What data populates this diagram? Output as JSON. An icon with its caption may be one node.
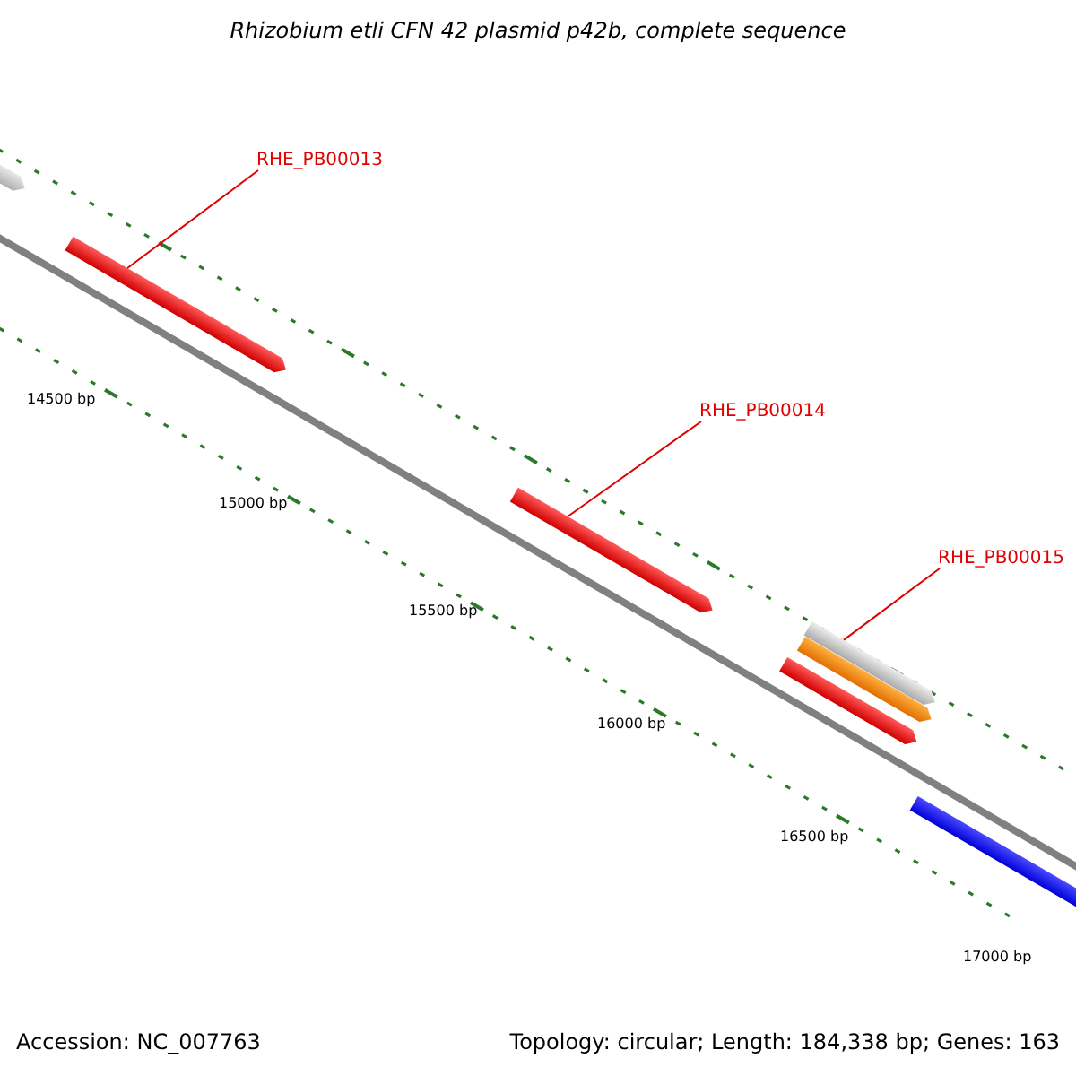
{
  "diagram": {
    "title": "Rhizobium etli CFN 42 plasmid p42b, complete sequence",
    "nodes": [
      {
        "text": [],
        "shape": "bar"
      },
      {
        "text": [
          "RHE_PB00013"
        ]
      },
      {
        "text": [],
        "shape": "bar"
      },
      {
        "text": [
          "RHE_PB00014"
        ]
      },
      {
        "text": [],
        "shape": "bar"
      },
      {
        "text": [
          "RHE_PB00015"
        ]
      },
      {
        "text": [],
        "shape": "bar"
      },
      {
        "text": [],
        "shape": "bar"
      },
      {
        "text": [],
        "shape": "bar"
      },
      {
        "text": [],
        "shape": "bar"
      }
    ],
    "edges": [
      {
        "from": 1,
        "to": 2,
        "arrow": "none"
      },
      {
        "from": 3,
        "to": 4,
        "arrow": "none"
      },
      {
        "from": 5,
        "to": 6,
        "arrow": "none"
      }
    ],
    "labels": [
      "14500 bp",
      "15000 bp",
      "15500 bp",
      "16000 bp",
      "16500 bp",
      "17000 bp",
      "Accession: NC_007763",
      "Topology: circular; Length: 184,338 bp; Genes: 163"
    ]
  }
}
